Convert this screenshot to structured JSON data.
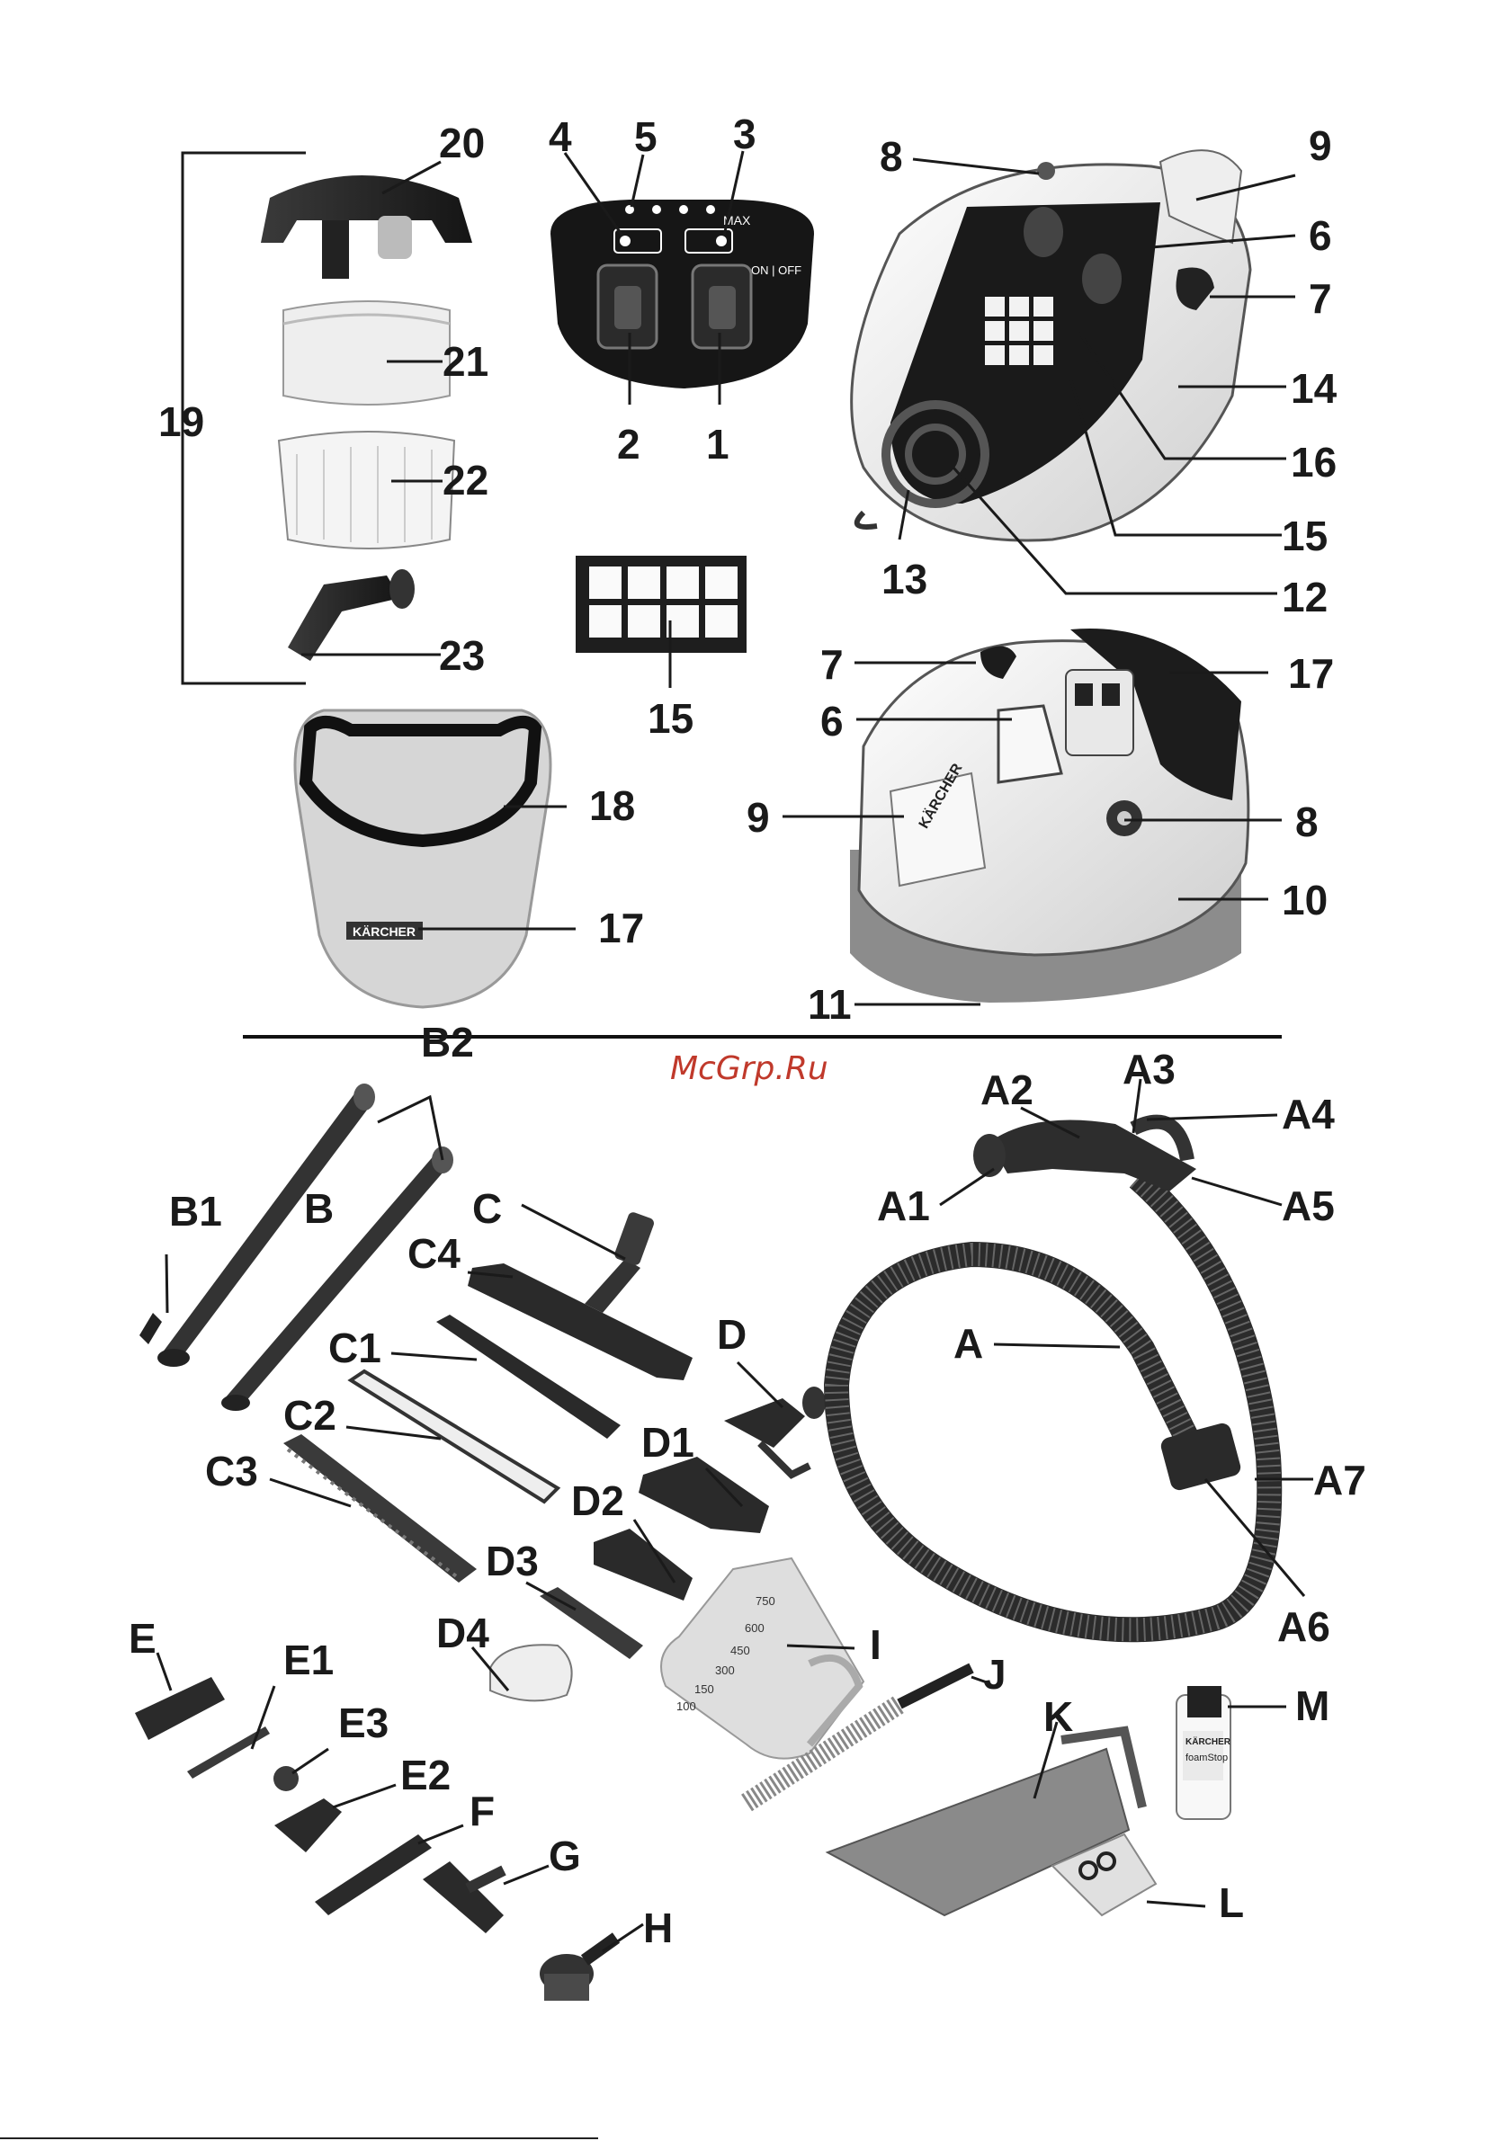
{
  "watermark": "McGrp.Ru",
  "top_labels": {
    "l20": "20",
    "l21": "21",
    "l22": "22",
    "l23": "23",
    "l19": "19",
    "l4": "4",
    "l5": "5",
    "l3": "3",
    "l2": "2",
    "l1": "1",
    "l15a": "15",
    "l8a": "8",
    "l9a": "9",
    "l6a": "6",
    "l7a": "7",
    "l14": "14",
    "l16": "16",
    "l15b": "15",
    "l13": "13",
    "l12": "12",
    "l18": "18",
    "l17a": "17",
    "l7b": "7",
    "l17b": "17",
    "l6b": "6",
    "l9b": "9",
    "l8b": "8",
    "l10": "10",
    "l11": "11"
  },
  "control_panel": {
    "max": "MAX",
    "onoff": "ON | OFF"
  },
  "brand": "KÄRCHER",
  "bottom_labels": {
    "B2": "B2",
    "B1": "B1",
    "B": "B",
    "C": "C",
    "C4": "C4",
    "C1": "C1",
    "C2": "C2",
    "C3": "C3",
    "D": "D",
    "D1": "D1",
    "D2": "D2",
    "D3": "D3",
    "D4": "D4",
    "E": "E",
    "E1": "E1",
    "E3": "E3",
    "E2": "E2",
    "F": "F",
    "G": "G",
    "H": "H",
    "I": "I",
    "J": "J",
    "K": "K",
    "L": "L",
    "M": "M",
    "A": "A",
    "A1": "A1",
    "A2": "A2",
    "A3": "A3",
    "A4": "A4",
    "A5": "A5",
    "A6": "A6",
    "A7": "A7"
  },
  "jug_marks": [
    "750",
    "600",
    "450",
    "300",
    "150",
    "100"
  ],
  "bottle_label": "foamStop"
}
